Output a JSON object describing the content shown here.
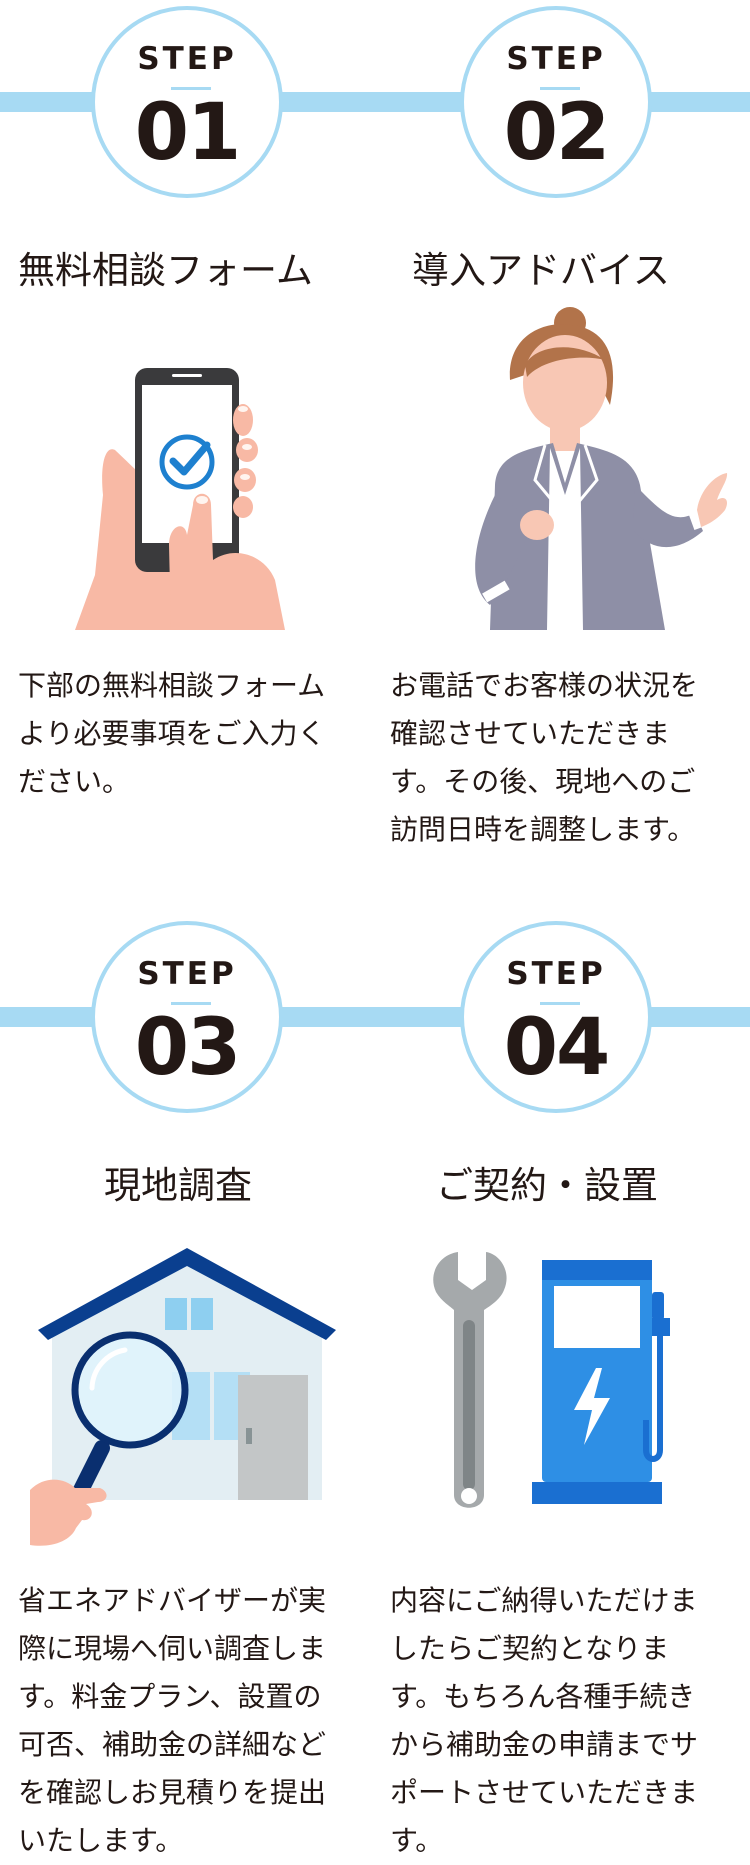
{
  "steps": [
    {
      "label": "STEP",
      "number": "01",
      "title": "無料相談フォーム",
      "icon": "smartphone-check-icon",
      "lines": [
        "下部の無料相談フォーム",
        "より必要事項をご入力く",
        "ださい。"
      ]
    },
    {
      "label": "STEP",
      "number": "02",
      "title": "導入アドバイス",
      "icon": "advisor-woman-icon",
      "lines": [
        "お電話でお客様の状況を",
        "確認させていただきま",
        "す。その後、現地へのご",
        "訪問日時を調整します。"
      ]
    },
    {
      "label": "STEP",
      "number": "03",
      "title": "現地調査",
      "icon": "house-magnifier-icon",
      "lines": [
        "省エネアドバイザーが実",
        "際に現場へ伺い調査しま",
        "す。料金プラン、設置の",
        "可否、補助金の詳細など",
        "を確認しお見積りを提出",
        "いたします。"
      ]
    },
    {
      "label": "STEP",
      "number": "04",
      "title": "ご契約・設置",
      "icon": "wrench-charger-icon",
      "lines": [
        "内容にご納得いただけま",
        "したらご契約となりま",
        "す。もちろん各種手続き",
        "から補助金の申請までサ",
        "ポートさせていただきま",
        "す。"
      ]
    }
  ],
  "colors": {
    "accent_light": "#a7daf3",
    "text": "#231815",
    "blue_dark": "#0a3f8f",
    "blue_bright": "#2e8fe5"
  }
}
